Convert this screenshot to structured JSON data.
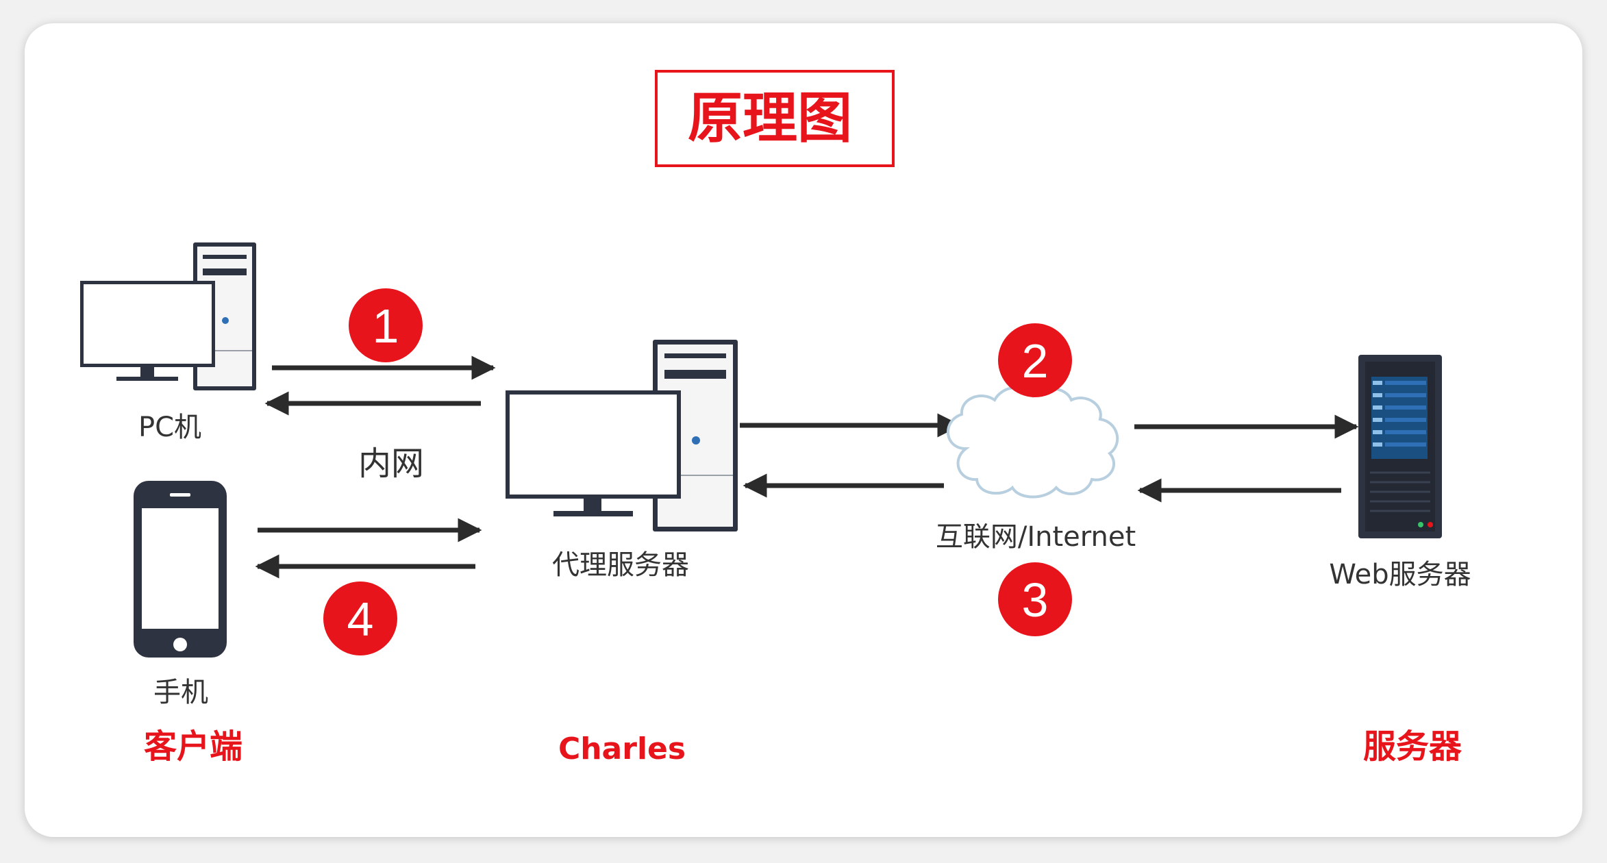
{
  "title": "原理图",
  "labels": {
    "pc": "PC机",
    "lan": "内网",
    "phone": "手机",
    "proxy": "代理服务器",
    "internet": "互联网/Internet",
    "web_server": "Web服务器"
  },
  "sections": {
    "client": "客户端",
    "charles": "Charles",
    "server": "服务器"
  },
  "steps": [
    "1",
    "2",
    "3",
    "4"
  ],
  "colors": {
    "accent": "#e8141b",
    "arrow": "#2b2b2b",
    "device_dark": "#2d3340",
    "server_blue": "#2f6fb6"
  }
}
